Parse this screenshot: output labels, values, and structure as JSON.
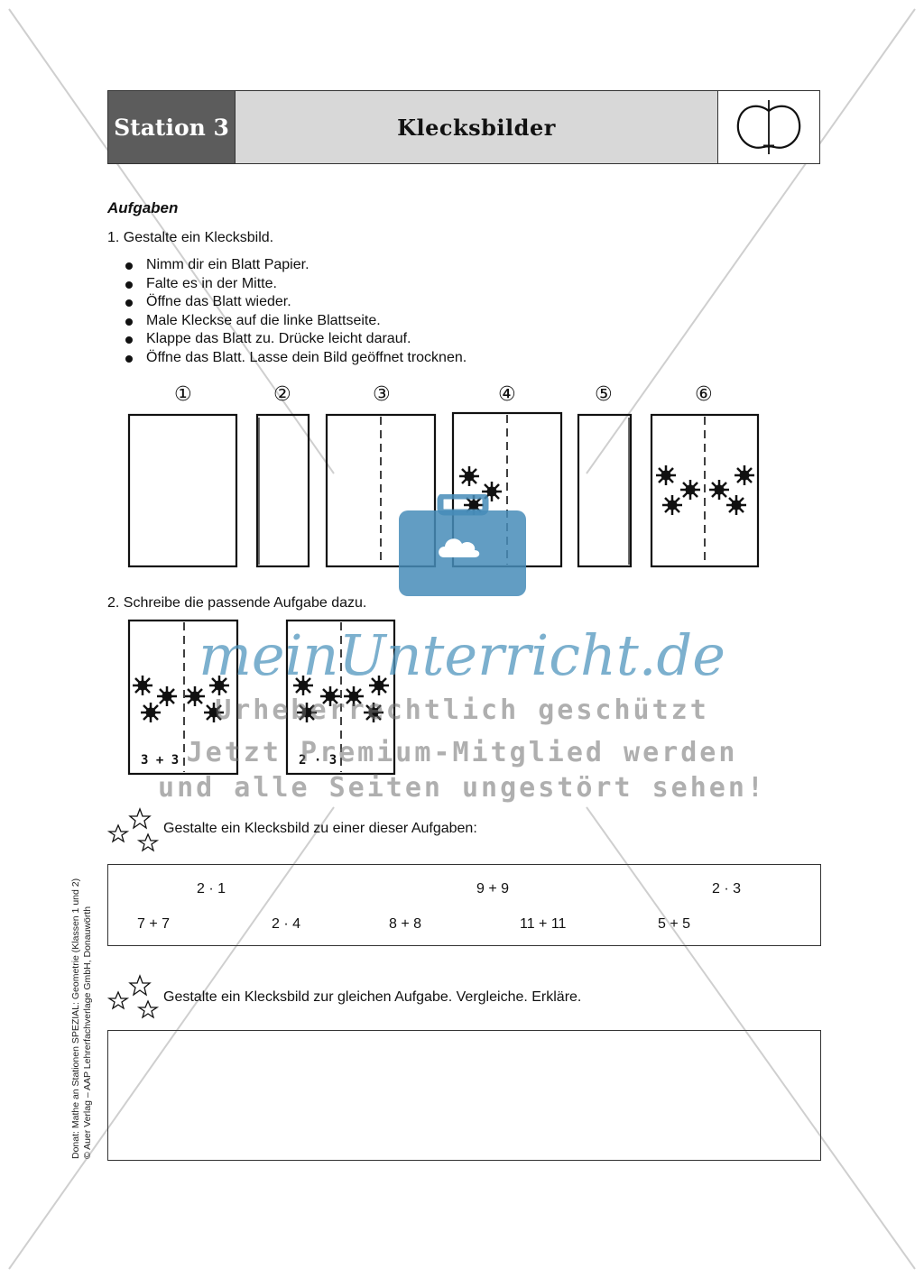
{
  "header": {
    "station": "Station 3",
    "title": "Klecksbilder"
  },
  "tasks": {
    "heading": "Aufgaben",
    "task1": "1.  Gestalte ein Klecksbild.",
    "steps": [
      "Nimm dir ein Blatt Papier.",
      "Falte es in der Mitte.",
      "Öffne das Blatt wieder.",
      "Male Kleckse auf die linke Blattseite.",
      "Klappe das Blatt zu. Drücke leicht darauf.",
      "Öffne das Blatt. Lasse dein Bild geöffnet trocknen."
    ],
    "step_numbers": [
      "①",
      "②",
      "③",
      "④",
      "⑤",
      "⑥"
    ],
    "task2": "2.  Schreibe die passende Aufgabe dazu.",
    "examples": [
      "3 + 3",
      "2 · 3"
    ]
  },
  "challenge1": {
    "text": "Gestalte ein Klecksbild zu einer dieser Aufgaben:",
    "items": [
      "2 · 1",
      "9 + 9",
      "2 · 3",
      "7 + 7",
      "2 · 4",
      "8 + 8",
      "11 + 11",
      "5 + 5"
    ]
  },
  "challenge2": {
    "text": "Gestalte ein Klecksbild zur gleichen Aufgabe. Vergleiche. Erkläre."
  },
  "footer": {
    "line1": "Donat: Mathe an Stationen SPEZIAL: Geometrie (Klassen 1 und 2)",
    "line2": "© Auer Verlag – AAP Lehrerfachverlage GmbH, Donauwörth"
  },
  "watermark": {
    "logo": "meinUnterricht.de",
    "line1": "Urheberrechtlich geschützt",
    "line2": "Jetzt Premium-Mitglied werden",
    "line3": "und alle Seiten ungestört sehen!"
  }
}
